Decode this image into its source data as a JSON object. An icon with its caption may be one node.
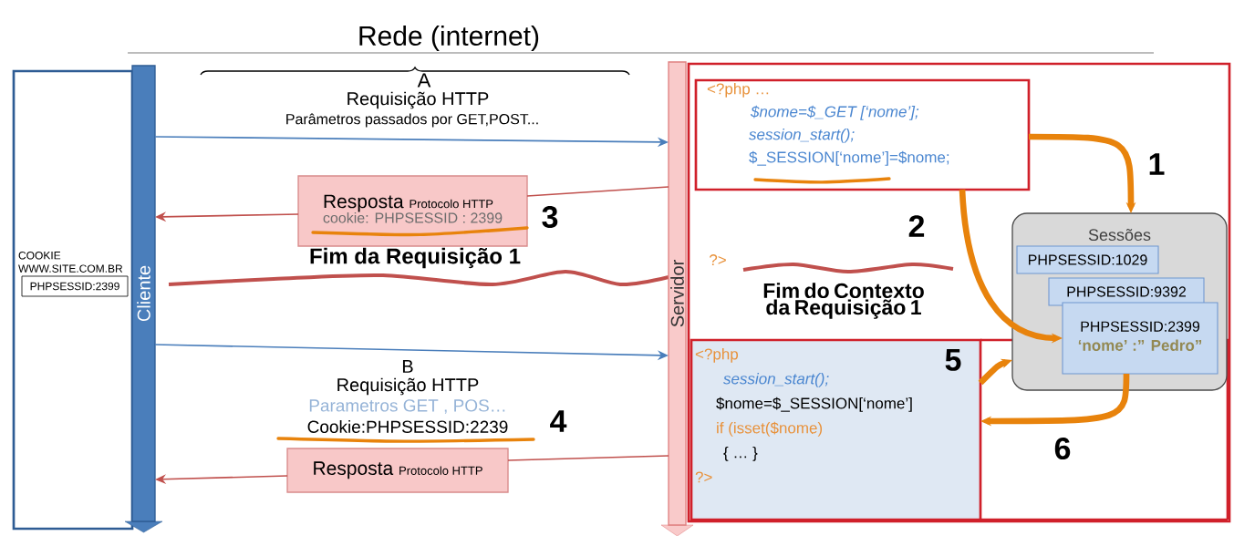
{
  "diagram": {
    "title": "Rede (internet)",
    "nodes": [
      {
        "text": [
          "Cliente"
        ]
      },
      {
        "text": [
          "COOKIE WWW.SITE.COM.BR"
        ]
      },
      {
        "text": [
          "PHPSESSID:2399"
        ],
        "in": 1
      },
      {
        "text": [
          "Servidor"
        ]
      },
      {
        "text": [],
        "shape": "box"
      },
      {
        "text": [
          "<?php    …",
          "$nome=$_GET [‘nome’];",
          "session_start();",
          "$_SESSION[‘nome’]=$nome;"
        ],
        "in": 4
      },
      {
        "text": [
          "Sessões"
        ],
        "in": 4
      },
      {
        "text": [
          "PHPSESSID:1029"
        ],
        "in": 6
      },
      {
        "text": [
          "PHPSESSID:9392"
        ],
        "in": 6
      },
      {
        "text": [
          "PHPSESSID:2399",
          "‘nome’ :” Pedro”"
        ],
        "in": 6
      },
      {
        "text": [
          "<?php",
          "session_start();",
          "$nome=$_SESSION[‘nome’]",
          "if  (isset($nome)",
          "{ … }",
          "?>"
        ],
        "in": 4
      },
      {
        "text": [
          "Resposta",
          "Protocolo HTTP",
          "cookie: PHPSESSID : 2399"
        ]
      },
      {
        "text": [
          "Resposta",
          "Protocolo HTTP"
        ]
      }
    ],
    "edges": [
      {
        "from": 0,
        "to": 3,
        "arrow": "to",
        "color": "#4a7ebb"
      },
      {
        "from": 3,
        "to": 11,
        "arrow": "none",
        "color": "#c0504d"
      },
      {
        "from": 11,
        "to": 0,
        "arrow": "to",
        "color": "#c0504d"
      },
      {
        "from": 0,
        "to": 3,
        "arrow": "to",
        "color": "#4a7ebb"
      },
      {
        "from": 3,
        "to": 12,
        "arrow": "none",
        "color": "#c0504d"
      },
      {
        "from": 12,
        "to": 0,
        "arrow": "to",
        "color": "#c0504d"
      },
      {
        "from": 5,
        "to": 6,
        "arrow": "to",
        "label": "1",
        "style": "thick",
        "color": "#e8830c"
      },
      {
        "from": 5,
        "to": 9,
        "arrow": "to",
        "label": "2",
        "style": "thick",
        "color": "#e8830c"
      },
      {
        "from": 10,
        "to": 6,
        "arrow": "to",
        "label": "5",
        "style": "thick",
        "color": "#e8830c"
      },
      {
        "from": 9,
        "to": 10,
        "arrow": "to",
        "label": "6",
        "style": "thick",
        "color": "#e8830c"
      }
    ],
    "labels": [
      "A",
      "Requisição HTTP",
      "Parâmetros passados por GET,POST...",
      "3",
      "Fim da Requisição 1",
      "?>",
      "Fim do Contexto da Requisição 1",
      "B",
      "Requisição HTTP",
      "Parametros GET , POS…",
      "Cookie:PHPSESSID:2239",
      "4"
    ]
  }
}
